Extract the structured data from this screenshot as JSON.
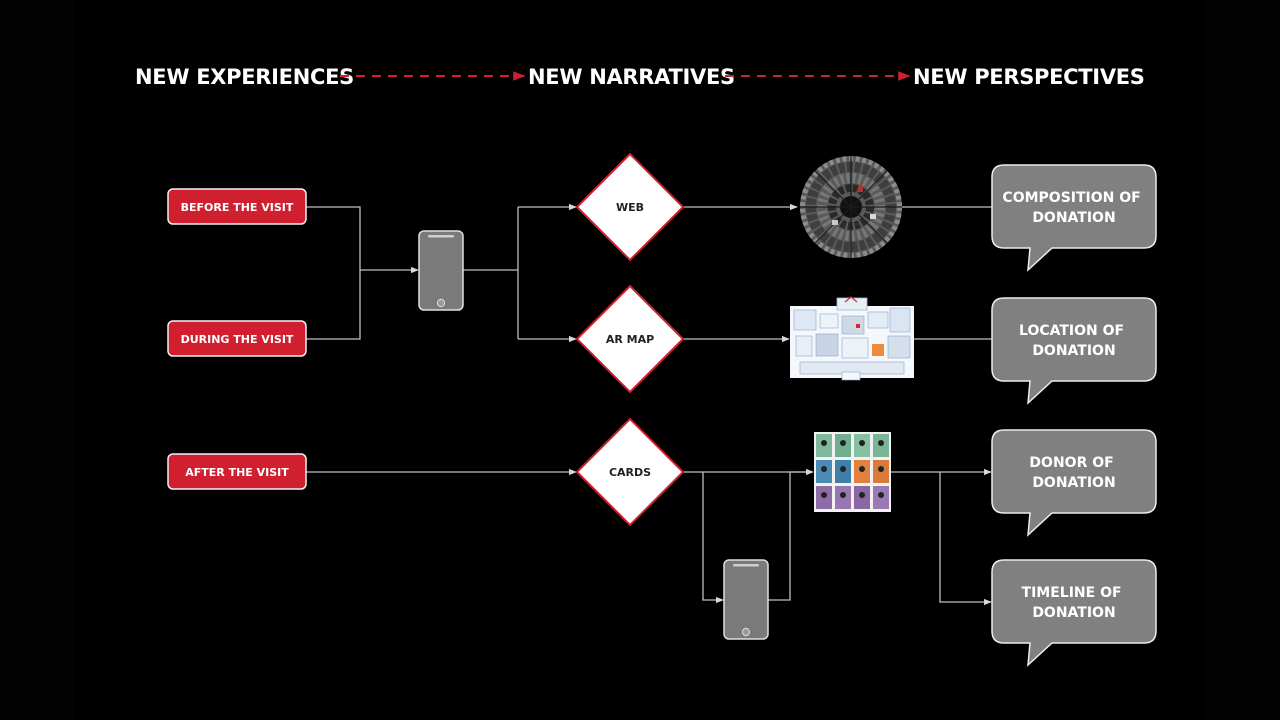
{
  "header": {
    "stage1": "NEW EXPERIENCES",
    "stage2": "NEW NARRATIVES",
    "stage3": "NEW PERSPECTIVES"
  },
  "visits": {
    "before": "BEFORE THE VISIT",
    "during": "DURING THE VISIT",
    "after": "AFTER THE VISIT"
  },
  "narratives": {
    "web": "WEB",
    "ar_map": "AR MAP",
    "cards": "CARDS"
  },
  "perspectives": {
    "composition": [
      "COMPOSITION OF",
      "DONATION"
    ],
    "location": [
      "LOCATION OF",
      "DONATION"
    ],
    "donor": [
      "DONOR OF",
      "DONATION"
    ],
    "timeline": [
      "TIMELINE OF",
      "DONATION"
    ]
  },
  "icons": {
    "phone": "smartphone-icon",
    "radial": "radial-collage-thumbnail",
    "map": "floor-plan-thumbnail",
    "cards_grid": "card-grid-thumbnail"
  },
  "colors": {
    "background": "#000000",
    "accent_red": "#d0202f",
    "bubble_gray": "#808080",
    "line": "#bfbfbf"
  }
}
